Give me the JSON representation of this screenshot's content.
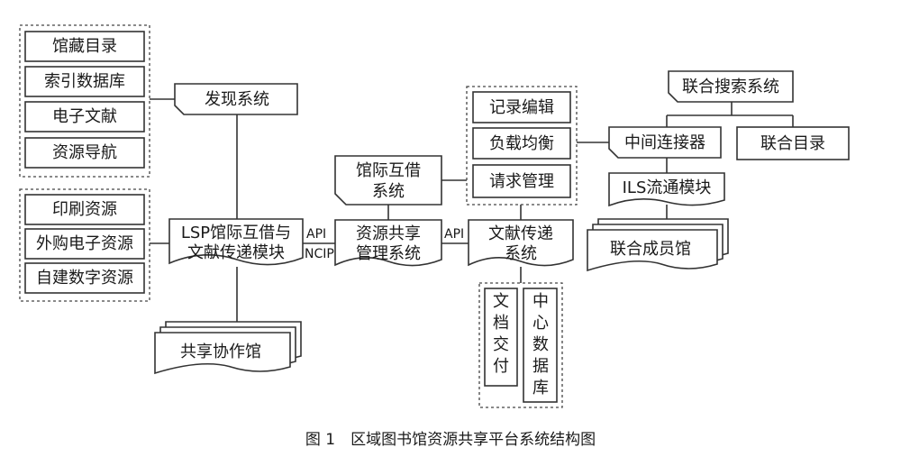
{
  "discovery": {
    "group_items": [
      "馆藏目录",
      "索引数据库",
      "电子文献",
      "资源导航"
    ],
    "system": "发现系统"
  },
  "resources": {
    "group_items": [
      "印刷资源",
      "外购电子资源",
      "自建数字资源"
    ]
  },
  "lsp_module": [
    "LSP馆际互借与",
    "文献传递模块"
  ],
  "coop_library": "共享协作馆",
  "interface_labels": {
    "api_left": "API",
    "ncip": "NCIP",
    "api_right": "API"
  },
  "ill_system": [
    "馆际互借",
    "系统"
  ],
  "sharing_system": [
    "资源共享",
    "管理系统"
  ],
  "management": {
    "group_items": [
      "记录编辑",
      "负载均衡",
      "请求管理"
    ]
  },
  "doc_delivery": [
    "文献传递",
    "系统"
  ],
  "delivery_parts": {
    "doc_delivery_chars": [
      "文",
      "档",
      "交",
      "付"
    ],
    "center_db_chars": [
      "中",
      "心",
      "数",
      "据",
      "库"
    ]
  },
  "union_search": "联合搜索系统",
  "middleware": "中间连接器",
  "union_catalog": "联合目录",
  "ils_module": "ILS流通模块",
  "member_library": "联合成员馆",
  "caption": "图 1　区域图书馆资源共享平台系统结构图"
}
